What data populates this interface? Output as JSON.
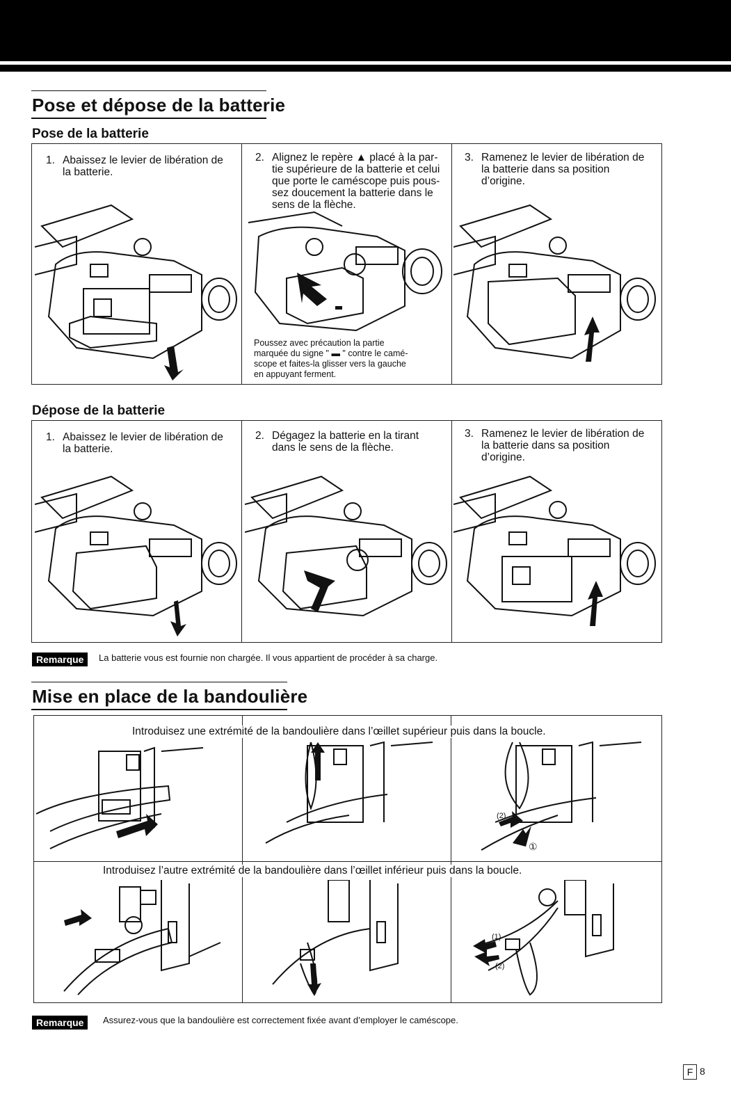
{
  "section1": {
    "title": "Pose et dépose de la batterie",
    "pose": {
      "heading": "Pose de la batterie",
      "steps": [
        {
          "num": "1.",
          "lines": [
            "Abaissez le levier de libération de",
            "la batterie."
          ]
        },
        {
          "num": "2.",
          "lines": [
            "Alignez le repère ▲ placé à la par-",
            "tie supérieure de la batterie et celui",
            "que porte le caméscope puis pous-",
            "sez doucement la batterie dans le",
            "sens de la flèche."
          ]
        },
        {
          "num": "3.",
          "lines": [
            "Ramenez le levier de libération de",
            "la batterie dans sa position",
            "d’origine."
          ]
        }
      ],
      "caption_lines": [
        "Poussez avec précaution la partie",
        "marquée du signe \" ▬ \" contre le camé-",
        "scope et faites-la glisser vers la gauche",
        "en appuyant ferment."
      ]
    },
    "depose": {
      "heading": "Dépose de la batterie",
      "steps": [
        {
          "num": "1.",
          "lines": [
            "Abaissez le levier de libération de",
            "la batterie."
          ]
        },
        {
          "num": "2.",
          "lines": [
            "Dégagez la batterie en la tirant",
            "dans le sens de la flèche."
          ]
        },
        {
          "num": "3.",
          "lines": [
            "Ramenez le levier de libération de",
            "la batterie dans sa position",
            "d’origine."
          ]
        }
      ]
    },
    "remarque_label": "Remarque",
    "remarque_text": "La batterie vous est fournie non chargée. Il vous appartient de procéder à sa charge."
  },
  "section2": {
    "title": "Mise en place de la bandoulière",
    "row1_text": "Introduisez une extrémité de la bandoulière dans l’œillet supérieur puis dans la boucle.",
    "row2_text": "Introduisez l’autre extrémité de la bandoulière dans l’œillet inférieur puis dans la boucle.",
    "markers": {
      "m1": "①",
      "m2": "(2)",
      "m1b": "(1)",
      "m2b": "(2)"
    },
    "remarque_label": "Remarque",
    "remarque_text": "Assurez-vous que la bandoulière est correctement fixée avant d’employer le caméscope."
  },
  "footer": {
    "letter": "F",
    "page": "8"
  }
}
